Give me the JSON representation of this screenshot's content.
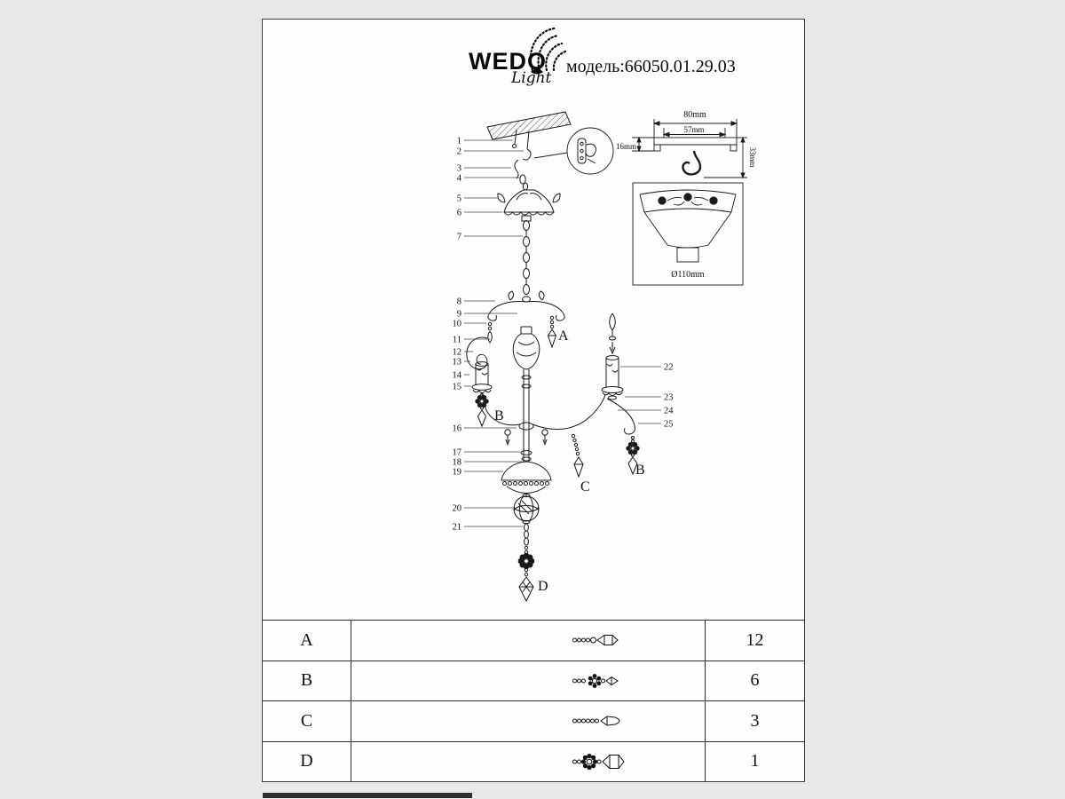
{
  "header": {
    "brand_name": "WEDO",
    "brand_script": "Light",
    "model_label": "модель:66050.01.29.03"
  },
  "dimensions": {
    "plate_width": "80mm",
    "plate_inner_width": "57mm",
    "plate_height": "16mm",
    "hook_height": "33mm",
    "canopy_diameter": "Ø110mm"
  },
  "callouts": {
    "left": [
      "1",
      "2",
      "3",
      "4",
      "5",
      "6",
      "7",
      "8",
      "9",
      "10",
      "11",
      "12",
      "13",
      "14",
      "15",
      "16",
      "17",
      "18",
      "19",
      "20",
      "21"
    ],
    "right": [
      "22",
      "23",
      "24",
      "25"
    ]
  },
  "pendant_labels": {
    "a": "A",
    "b_left": "B",
    "b_right": "B",
    "c": "C",
    "d": "D"
  },
  "parts_table": {
    "rows": [
      {
        "part": "A",
        "qty": "12"
      },
      {
        "part": "B",
        "qty": "6"
      },
      {
        "part": "C",
        "qty": "3"
      },
      {
        "part": "D",
        "qty": "1"
      }
    ]
  }
}
